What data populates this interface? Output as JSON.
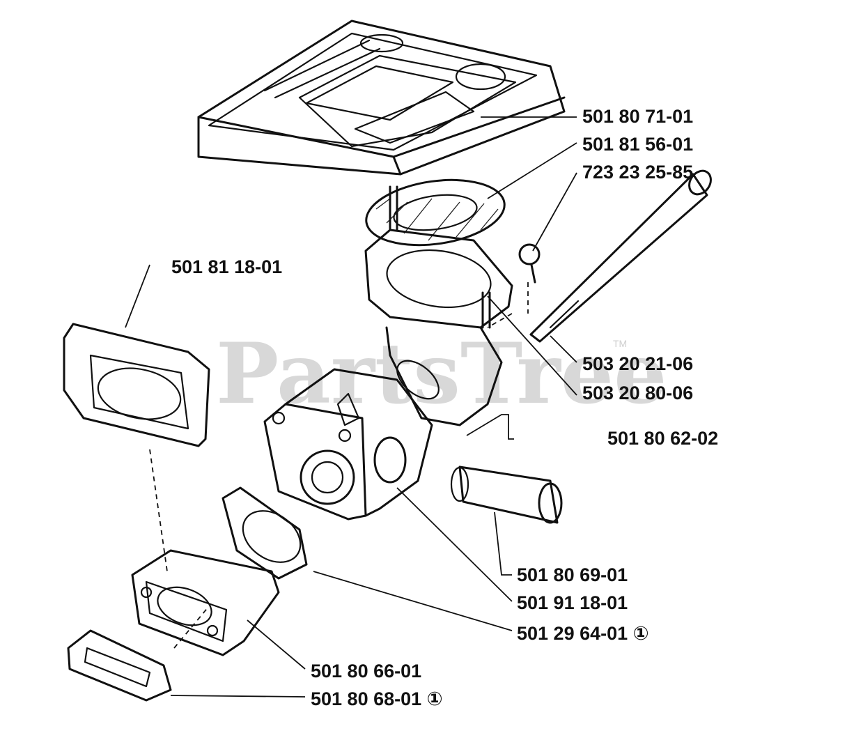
{
  "watermark": {
    "text": "PartsTree",
    "tm": "TM"
  },
  "part_numbers": [
    {
      "id": "p1",
      "label": "501 80 71-01",
      "part": "air-filter-cover"
    },
    {
      "id": "p2",
      "label": "501 81 56-01",
      "part": "filter-element"
    },
    {
      "id": "p3",
      "label": "723 23 25-85",
      "part": "screw"
    },
    {
      "id": "p4",
      "label": "501 81 18-01",
      "part": "intake-boot"
    },
    {
      "id": "p5",
      "label": "503 20 21-06",
      "part": "long-bolt"
    },
    {
      "id": "p6",
      "label": "503 20 80-06",
      "part": "stud"
    },
    {
      "id": "p7",
      "label": "501 80 62-02",
      "part": "filter-holder"
    },
    {
      "id": "p8",
      "label": "501 80 69-01",
      "part": "fuel-hose"
    },
    {
      "id": "p9",
      "label": "501 91 18-01",
      "part": "carburetor"
    },
    {
      "id": "p10",
      "label": "501 29 64-01 ①",
      "part": "carburetor-gasket"
    },
    {
      "id": "p11",
      "label": "501 80 66-01",
      "part": "intake-manifold"
    },
    {
      "id": "p12",
      "label": "501 80 68-01 ①",
      "part": "manifold-gasket"
    }
  ]
}
